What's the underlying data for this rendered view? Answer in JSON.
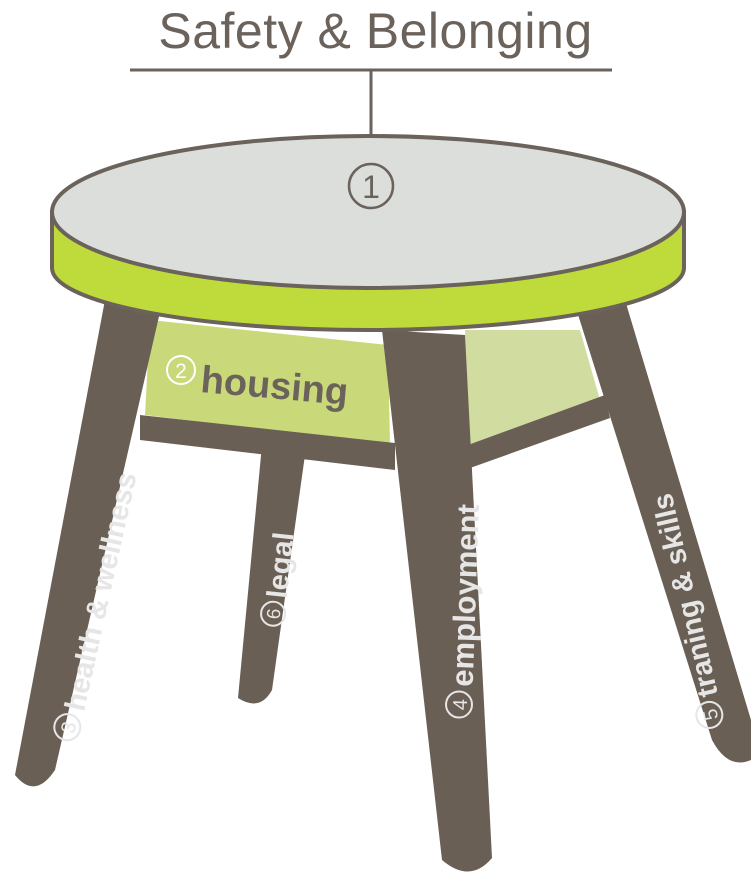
{
  "title": "Safety & Belonging",
  "seat_number": "1",
  "components": [
    {
      "number": "2",
      "label": "housing"
    },
    {
      "number": "3",
      "label": "health & wellness"
    },
    {
      "number": "4",
      "label": "employment"
    },
    {
      "number": "5",
      "label": "traning & skills"
    },
    {
      "number": "6",
      "label": "legal"
    }
  ],
  "colors": {
    "text": "#6a625b",
    "leg": "#6a5f55",
    "seat_top": "#dcdedb",
    "seat_band": "#bedb3b",
    "apron_front": "#c9d97a",
    "apron_right": "#d1dca0",
    "label_light": "#e6e6e6"
  }
}
